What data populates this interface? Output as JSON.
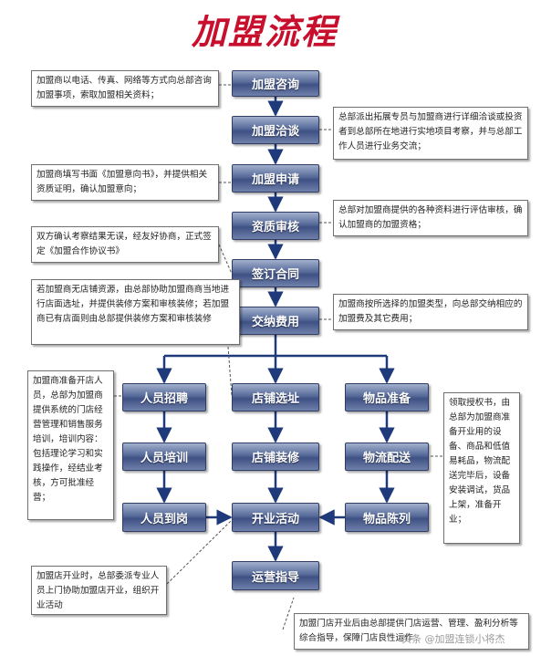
{
  "title": "加盟流程",
  "main_steps": [
    "加盟咨询",
    "加盟洽谈",
    "加盟申请",
    "资质审核",
    "签订合同",
    "交纳费用"
  ],
  "branches": {
    "left": [
      "人员招聘",
      "人员培训",
      "人员到岗"
    ],
    "center": [
      "店铺选址",
      "店铺装修",
      "开业活动"
    ],
    "right": [
      "物品准备",
      "物流配送",
      "物品陈列"
    ]
  },
  "final_step": "运营指导",
  "notes": {
    "consult": "加盟商以电话、传真、网络等方式向总部咨询加盟事项，索取加盟相关资料；",
    "negotiate": "总部派出拓展专员与加盟商进行详细洽谈或投资者到总部所在地进行实地项目考察，并与总部工作人员进行业务交流；",
    "apply": "加盟商填写书面《加盟意向书》，并提供相关资质证明，确认加盟意向；",
    "review": "总部对加盟商提供的各种资料进行评估审核，确认加盟商的加盟资格；",
    "contract": "双方确认考察结果无误，经友好协商，正式签定《加盟合作协议书》",
    "site": "若加盟商无店铺资源，由总部协助加盟商商当地进行店面选址，并提供装修方案和审核装修；若加盟商已有店面则由总部提供装修方案和审核装修",
    "fee": "加盟商按所选择的加盟类型，向总部交纳相应的加盟费及其它费用；",
    "training": "加盟商准备开店人员，总部为加盟商提供系统的门店经营管理和销售服务培训，培训内容：包括理论学习和实践操作，经结业考核，方可批准经营；",
    "goods": "领取授权书，由总部为加盟商准备开业用的设备、商品和低值易耗品，物流配送完毕后，设备安装调试，货品上架，准备开业；",
    "opening": "加盟店开业时，总部委派专业人员上门协助加盟店开业，组织开业活动",
    "operation": "加盟门店开业后由总部提供门店运营、管理、盈利分析等综合指导，保障门店良性运作"
  },
  "watermark": "头条 @加盟连锁小将杰"
}
